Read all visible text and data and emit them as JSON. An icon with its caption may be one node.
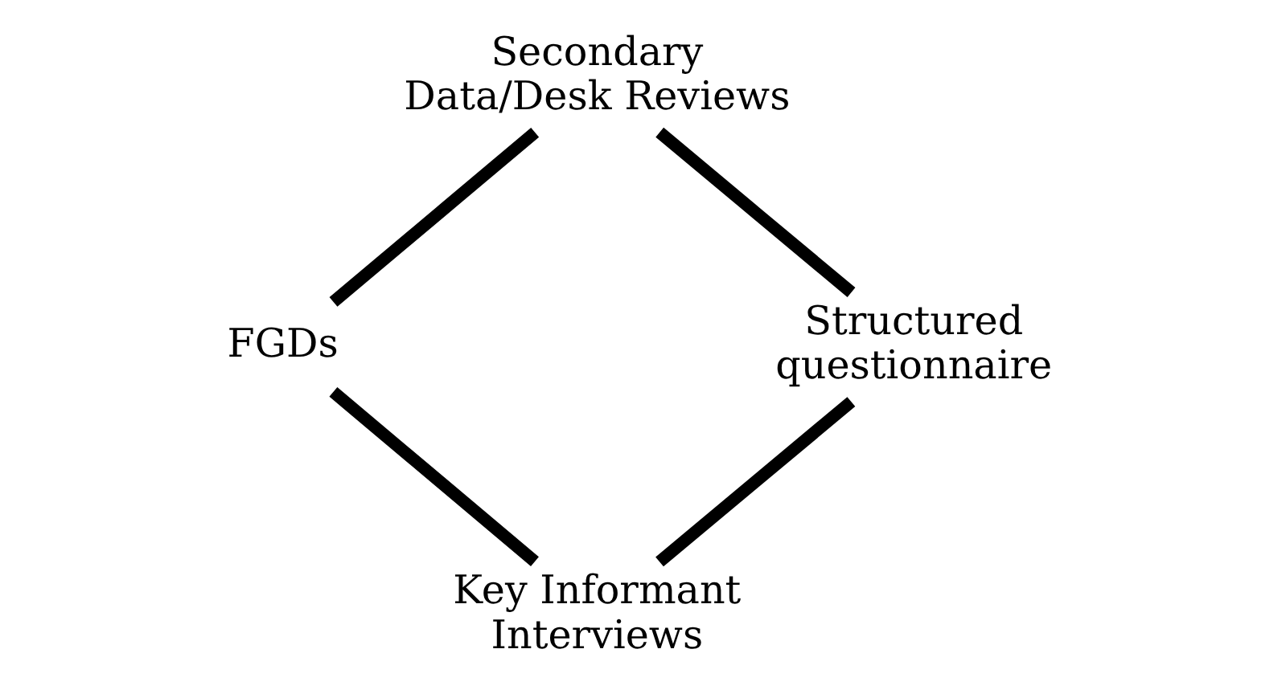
{
  "diagram": {
    "nodes": [
      {
        "text": [
          "Secondary Data/Desk Reviews"
        ]
      },
      {
        "text": [
          "FGDs"
        ]
      },
      {
        "text": [
          "Structured questionnaire"
        ]
      },
      {
        "text": [
          "Key Informant Interviews"
        ]
      }
    ],
    "edges": [
      {
        "from": 0,
        "to": 1,
        "arrow": "none"
      },
      {
        "from": 0,
        "to": 2,
        "arrow": "none"
      },
      {
        "from": 2,
        "to": 3,
        "arrow": "none"
      },
      {
        "from": 1,
        "to": 3,
        "arrow": "none"
      }
    ]
  }
}
